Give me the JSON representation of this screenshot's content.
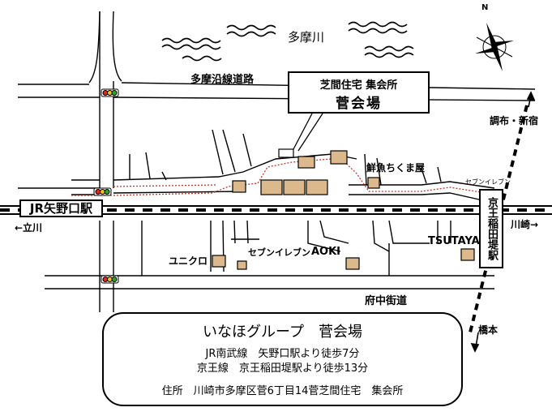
{
  "map": {
    "river_label": "多摩川",
    "road_top_label": "多摩沿線道路",
    "road_bottom_label": "府中街道",
    "direction_chofu": "調布・新宿",
    "direction_kawasaki": "川崎→",
    "direction_tachikawa": "←立川",
    "direction_hashimoto": "橋本",
    "compass_letter": "N",
    "callout": {
      "subtitle": "芝間住宅 集会所",
      "title": "菅会場"
    },
    "stations": {
      "jr_yanokuchi": "JR矢野口駅",
      "keio_inadazutsumi": "京王稲田堤駅"
    },
    "landmarks": {
      "sengyo": "鮮魚ちくま屋",
      "seven_right": "セブンイレブン",
      "seven_center": "セブンイレブン",
      "uniqlo": "ユニクロ",
      "aoki": "AOKI",
      "tsutaya": "TSUTAYA"
    },
    "colors": {
      "traffic_red": "#e8231f",
      "traffic_yellow": "#f0c419",
      "traffic_green": "#2aa52a",
      "building_fill": "#dcb98c",
      "route_dots": "#c0392b"
    }
  },
  "info": {
    "title": "いなほグループ　菅会場",
    "line1": "JR南武線　矢野口駅より徒歩7分",
    "line2": "京王線　京王稲田堤駅より徒歩13分",
    "address": "住所　川崎市多摩区菅6丁目14菅芝間住宅　集会所"
  }
}
